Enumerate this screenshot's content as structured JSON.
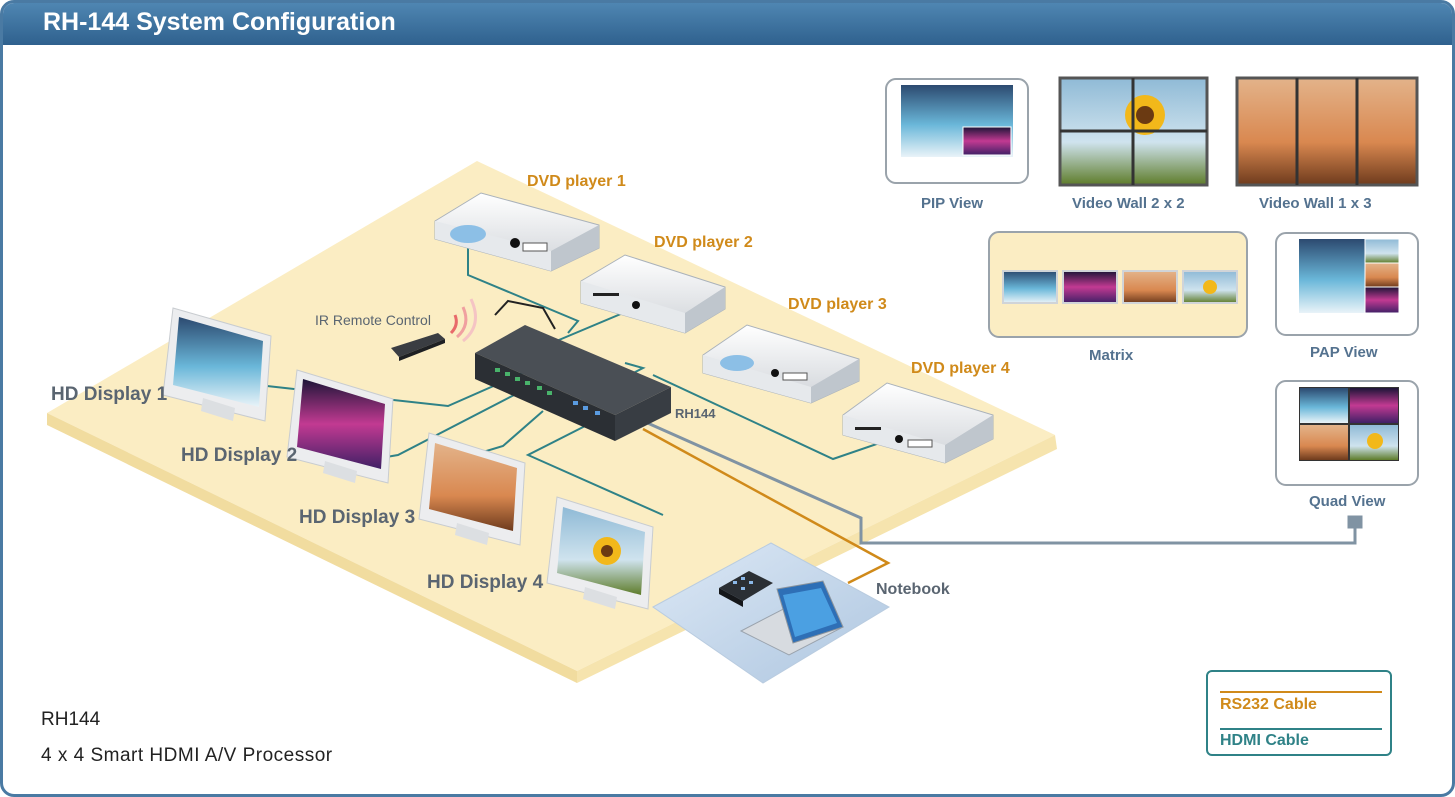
{
  "header": {
    "title": "RH-144 System Configuration"
  },
  "devices": {
    "dvd1": "DVD player 1",
    "dvd2": "DVD player 2",
    "dvd3": "DVD player 3",
    "dvd4": "DVD player 4",
    "remote": "IR Remote Control",
    "processor": "RH144",
    "notebook": "Notebook"
  },
  "displays": {
    "d1": "HD Display 1",
    "d2": "HD Display 2",
    "d3": "HD Display 3",
    "d4": "HD Display 4"
  },
  "views": {
    "pip": "PIP View",
    "wall2x2": "Video Wall 2 x 2",
    "wall1x3": "Video Wall 1 x 3",
    "matrix": "Matrix",
    "pap": "PAP View",
    "quad": "Quad View"
  },
  "legend": {
    "rs232": "RS232 Cable",
    "hdmi": "HDMI Cable",
    "rs232_color": "#d08a1a",
    "hdmi_color": "#2f8287"
  },
  "caption": {
    "model": "RH144",
    "description": "4 x 4 Smart HDMI A/V Processor"
  },
  "colors": {
    "header": "#2f618e",
    "platform": "#fbedc3",
    "hdmi_cable": "#2f8287",
    "rs232_cable": "#d08a1a",
    "usb_cable": "#8093a3"
  }
}
